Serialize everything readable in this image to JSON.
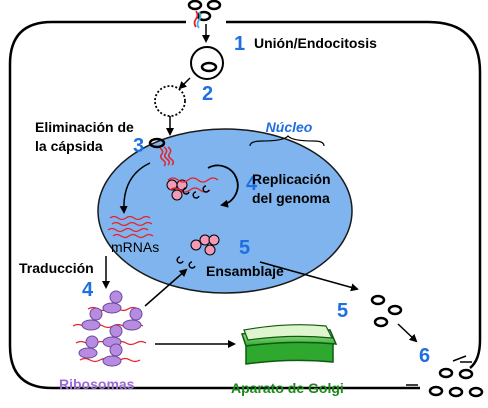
{
  "steps": {
    "s1": {
      "number": "1",
      "label": "Unión/Endocitosis"
    },
    "s2": {
      "number": "2"
    },
    "s3": {
      "number": "3",
      "label_line1": "Eliminación de",
      "label_line2": "la cápsida"
    },
    "s4_nucleus": {
      "number": "4",
      "label_line1": "Replicación",
      "label_line2": "del genoma"
    },
    "s5_nucleus": {
      "number": "5",
      "label": "Ensamblaje"
    },
    "s4_translation": {
      "number": "4",
      "label": "Traducción"
    },
    "s5_out": {
      "number": "5"
    },
    "s6": {
      "number": "6"
    }
  },
  "labels": {
    "nucleus": "Núcleo",
    "mrnas": "mRNAs",
    "ribosomes": "Ribosomas",
    "golgi": "Aparato de Golgi"
  },
  "colors": {
    "step_number": "#1f6fe0",
    "nucleus_fill": "#7fb4ee",
    "nucleus_label": "#1f6fe0",
    "rna": "#e8222a",
    "capsid_protein": "#f29ab8",
    "ribosome": "#b68be0",
    "ribosomes_label": "#9b6ad6",
    "golgi": "#2ea82e",
    "golgi_label": "#1a8a1a"
  }
}
